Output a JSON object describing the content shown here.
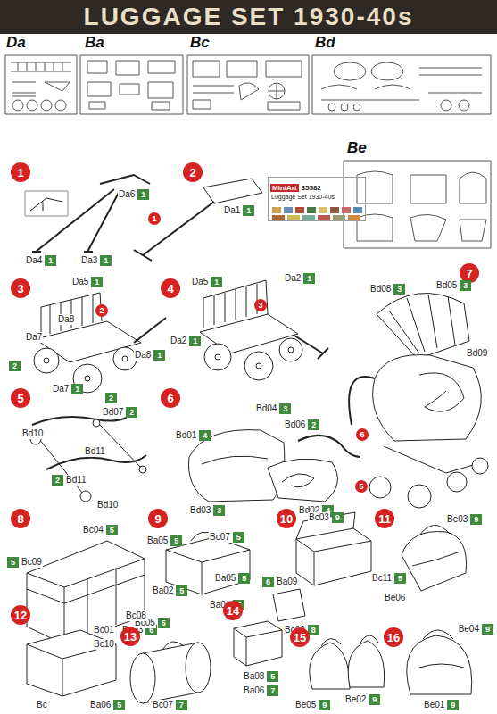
{
  "diagram": {
    "title": "LUGGAGE SET 1930-40s",
    "nodes": [
      {
        "text": [
          "1"
        ]
      },
      {
        "text": [
          "Da6",
          "1"
        ]
      },
      {
        "text": [
          "Da4",
          "1"
        ]
      },
      {
        "text": [
          "Da3",
          "1"
        ]
      },
      {
        "text": [
          "1"
        ]
      },
      {
        "text": [
          "2"
        ]
      },
      {
        "text": [
          "Da1",
          "1"
        ]
      },
      {
        "text": [
          "MiniArt",
          "35582",
          "Luggage Set 1930-40s"
        ]
      },
      {
        "text": [
          "3"
        ]
      },
      {
        "text": [
          "Da5",
          "1"
        ]
      },
      {
        "text": [
          "2"
        ]
      },
      {
        "text": [
          "Da8",
          "1"
        ]
      },
      {
        "text": [
          "2"
        ]
      },
      {
        "text": [
          "Da7",
          "1"
        ]
      },
      {
        "text": [
          "2"
        ]
      },
      {
        "text": [
          "4"
        ]
      },
      {
        "text": [
          "Da5",
          "1"
        ]
      },
      {
        "text": [
          "Da2",
          "1"
        ]
      },
      {
        "text": [
          "3"
        ]
      },
      {
        "text": [
          "Da2",
          "1"
        ]
      },
      {
        "text": [
          "5"
        ]
      },
      {
        "text": [
          "Bd07",
          "2"
        ]
      },
      {
        "text": [
          "Bd11",
          "2"
        ]
      },
      {
        "text": [
          "6"
        ]
      },
      {
        "text": [
          "Bd04",
          "3"
        ]
      },
      {
        "text": [
          "Bd06",
          "2"
        ]
      },
      {
        "text": [
          "Bd01",
          "4"
        ]
      },
      {
        "text": [
          "Bd03",
          "3"
        ]
      },
      {
        "text": [
          "Bd02",
          "4"
        ]
      },
      {
        "text": [
          "7"
        ]
      },
      {
        "text": [
          "Bd08",
          "3"
        ]
      },
      {
        "text": [
          "Bd05",
          "3"
        ]
      },
      {
        "text": [
          "6"
        ]
      },
      {
        "text": [
          "5"
        ]
      },
      {
        "text": [
          "8"
        ]
      },
      {
        "text": [
          "Bc04",
          "5"
        ]
      },
      {
        "text": [
          "Bc09",
          "5"
        ]
      },
      {
        "text": [
          "9"
        ]
      },
      {
        "text": [
          "Bc07",
          "5"
        ]
      },
      {
        "text": [
          "Ba01",
          "5"
        ]
      },
      {
        "text": [
          "Ba05",
          "5"
        ]
      },
      {
        "text": [
          "Ba02",
          "5"
        ]
      },
      {
        "text": [
          "Ba05",
          "5"
        ]
      },
      {
        "text": [
          "10"
        ]
      },
      {
        "text": [
          "Bc03",
          "9"
        ]
      },
      {
        "text": [
          "Ba09",
          "6"
        ]
      },
      {
        "text": [
          "Bc02",
          "8"
        ]
      },
      {
        "text": [
          "Bc11",
          "5"
        ]
      },
      {
        "text": [
          "11"
        ]
      },
      {
        "text": [
          "Be03",
          "9"
        ]
      },
      {
        "text": [
          "12"
        ]
      },
      {
        "text": [
          "Ba03",
          "6"
        ]
      },
      {
        "text": [
          "Ba06",
          "5"
        ]
      },
      {
        "text": [
          "13"
        ]
      },
      {
        "text": [
          "Bc05",
          "5"
        ]
      },
      {
        "text": [
          "Bc07",
          "7"
        ]
      },
      {
        "text": [
          "14"
        ]
      },
      {
        "text": [
          "Ba08",
          "5"
        ]
      },
      {
        "text": [
          "Ba06",
          "7"
        ]
      },
      {
        "text": [
          "15"
        ]
      },
      {
        "text": [
          "Be02",
          "9"
        ]
      },
      {
        "text": [
          "Be05",
          "9"
        ]
      },
      {
        "text": [
          "16"
        ]
      },
      {
        "text": [
          "Be04",
          "9"
        ]
      },
      {
        "text": [
          "Be01",
          "9"
        ]
      }
    ],
    "labels": [
      "Da",
      "Ba",
      "Bc",
      "Bd",
      "Be",
      "Da8",
      "Da7",
      "Bd10",
      "Bd11",
      "Bd10",
      "Bd09",
      "Bc01",
      "Bc08",
      "Bc10",
      "Be06",
      "Bc"
    ]
  }
}
